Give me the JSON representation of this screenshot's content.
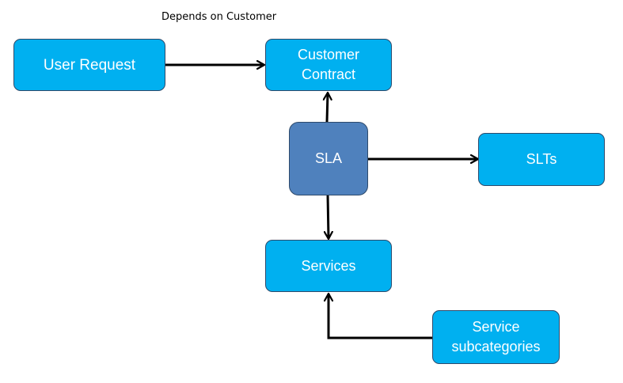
{
  "annotation": "Depends on Customer",
  "nodes": {
    "user_request": "User Request",
    "customer_contract": "Customer\nContract",
    "sla": "SLA",
    "slts": "SLTs",
    "services": "Services",
    "service_subcategories": "Service\nsubcategories"
  },
  "colors": {
    "node_fill": "#00b0f0",
    "center_fill": "#4f81bd",
    "node_border": "#2e4a6b",
    "edge": "#000000"
  },
  "edges": [
    {
      "from": "user_request",
      "to": "customer_contract"
    },
    {
      "from": "sla",
      "to": "customer_contract"
    },
    {
      "from": "sla",
      "to": "slts"
    },
    {
      "from": "sla",
      "to": "services"
    },
    {
      "from": "service_subcategories",
      "to": "services"
    }
  ]
}
